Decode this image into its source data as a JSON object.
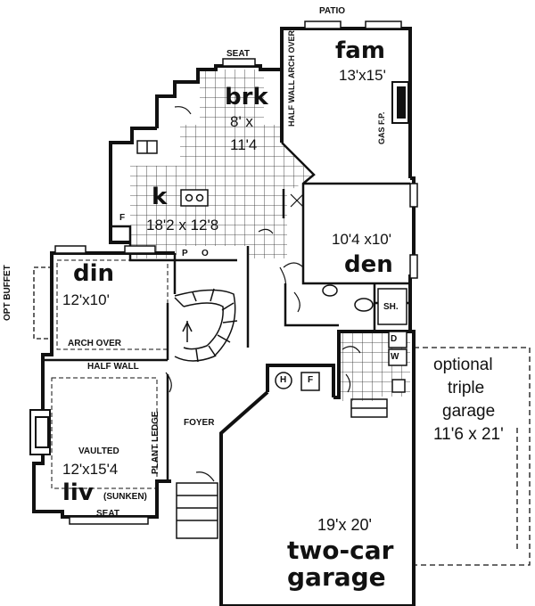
{
  "labels": {
    "patio": "PATIO",
    "seat_top": "SEAT",
    "half_wall_arch": "HALF WALL ARCH OVER",
    "fam_name": "fam",
    "fam_dim": "13'x15'",
    "gas_fp": "GAS F.P.",
    "brk_name": "brk",
    "brk_dim_1": "8' x",
    "brk_dim_2": "11'4",
    "k_name": "k",
    "k_dim": "18'2 x 12'8",
    "f_mark": "F",
    "den_dim": "10'4 x10'",
    "den_name": "den",
    "din_name": "din",
    "din_dim": "12'x10'",
    "arch_over": "ARCH OVER",
    "opt_buffet": "OPT BUFFET",
    "p_mark": "P",
    "o_mark": "O",
    "half_wall": "HALF WALL",
    "foyer": "FOYER",
    "plant_ledge": "PLANT LEDGE",
    "vaulted": "VAULTED",
    "liv_dim": "12'x15'4",
    "liv_name": "liv",
    "sunken": "(SUNKEN)",
    "seat_bottom": "SEAT",
    "sh": "SH.",
    "d_mark": "D",
    "w_mark": "W",
    "h_mark": "H",
    "furnace_f": "F",
    "optional_1": "optional",
    "optional_2": "triple",
    "optional_3": "garage",
    "optional_dim": "11'6 x 21'",
    "garage_dim": "19'x 20'",
    "garage_name_1": "two-car",
    "garage_name_2": "garage"
  }
}
